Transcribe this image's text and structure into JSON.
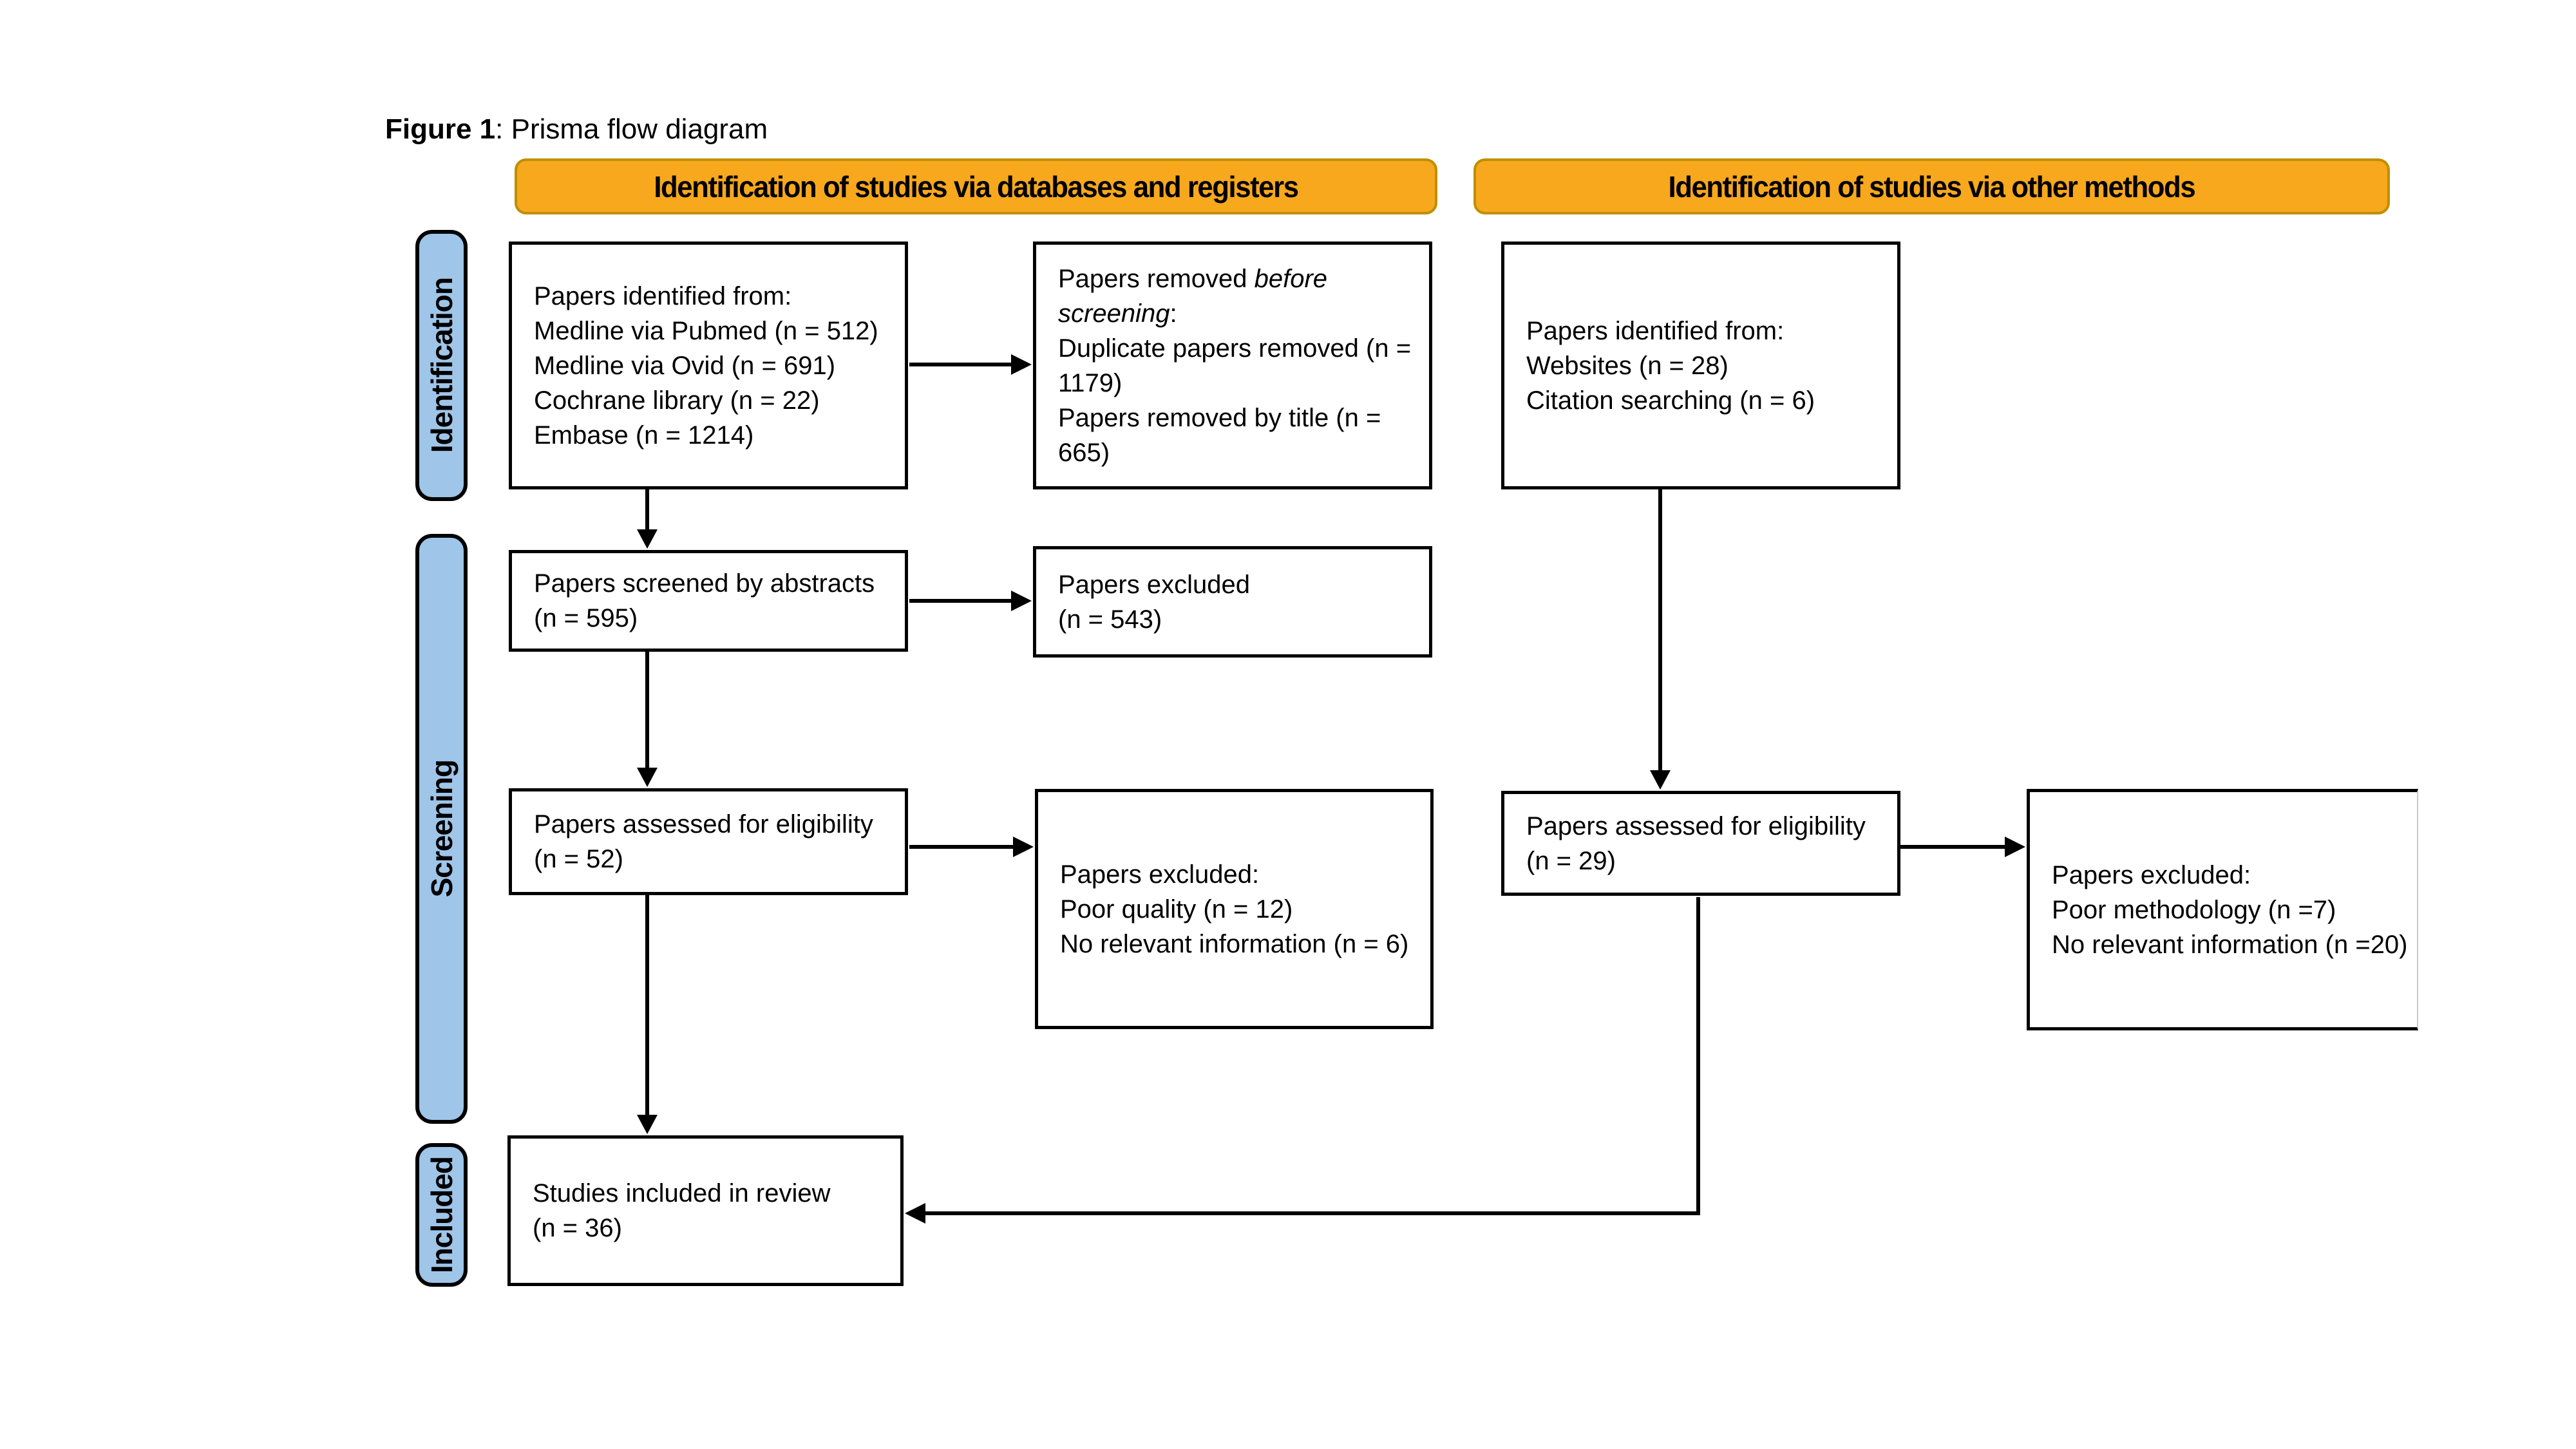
{
  "figure_title": {
    "label_bold": "Figure 1",
    "label_rest": ": Prisma flow diagram"
  },
  "banners": {
    "databases": "Identification of studies via databases and registers",
    "other": "Identification of studies via other methods"
  },
  "stages": {
    "identification": "Identification",
    "screening": "Screening",
    "included": "Included"
  },
  "boxes": {
    "identified_db": {
      "lines": [
        "Papers identified from:",
        "Medline via Pubmed (n = 512)",
        "Medline via Ovid (n = 691)",
        "Cochrane library (n = 22)",
        "Embase (n = 1214)"
      ]
    },
    "removed_before": {
      "prefix": "Papers removed ",
      "italic": "before screening",
      "suffix": ":",
      "lines": [
        "Duplicate papers removed (n = 1179)",
        "Papers removed by title (n = 665)"
      ]
    },
    "identified_other": {
      "lines": [
        "Papers identified from:",
        "Websites (n = 28)",
        "Citation searching (n = 6)"
      ]
    },
    "screened": {
      "lines": [
        "Papers screened by abstracts",
        "(n = 595)"
      ]
    },
    "excluded_abstracts": {
      "lines": [
        "Papers excluded",
        "(n = 543)"
      ]
    },
    "assessed_db": {
      "lines": [
        "Papers assessed for eligibility",
        "(n = 52)"
      ]
    },
    "excluded_db": {
      "lines": [
        "Papers excluded:",
        "Poor quality (n = 12)",
        "No relevant information (n = 6)"
      ]
    },
    "assessed_other": {
      "lines": [
        "Papers assessed for eligibility",
        "(n = 29)"
      ]
    },
    "excluded_other": {
      "lines": [
        "Papers excluded:",
        "Poor methodology (n =7)",
        "No relevant information (n =20)"
      ]
    },
    "included_review": {
      "lines": [
        "Studies included in review",
        "(n = 36)"
      ]
    }
  },
  "colors": {
    "banner_fill": "#F7A81C",
    "banner_border": "#BE8F00",
    "stage_fill": "#9FC5E8",
    "box_border": "#000000"
  }
}
